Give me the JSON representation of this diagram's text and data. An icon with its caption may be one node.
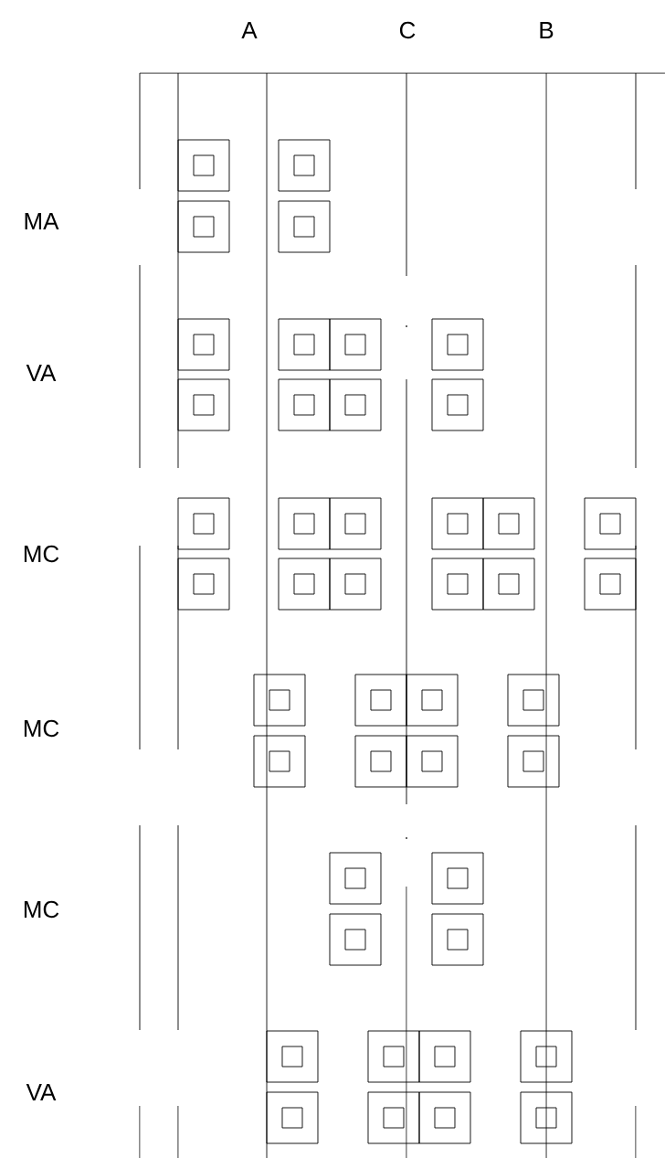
{
  "diagram": {
    "labels": [
      "A",
      "C",
      "B",
      "MA",
      "VA",
      "MC",
      "MC",
      "MC",
      "VA"
    ]
  }
}
